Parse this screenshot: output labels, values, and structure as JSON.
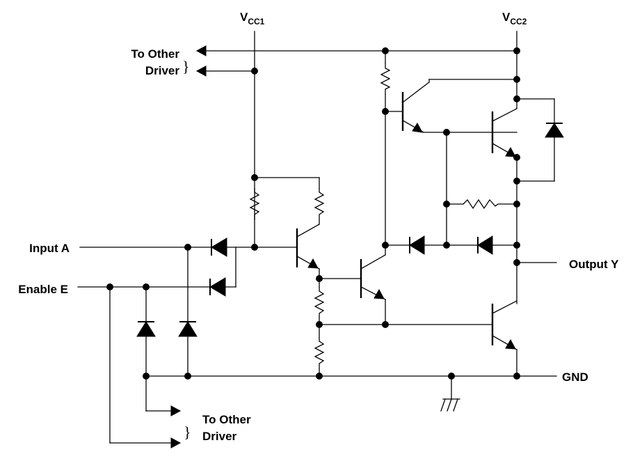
{
  "labels": {
    "vcc1_main": "V",
    "vcc1_sub": "CC1",
    "vcc2_main": "V",
    "vcc2_sub": "CC2",
    "to_other_driver_top_1": "To Other",
    "to_other_driver_top_2": "Driver",
    "to_other_driver_bottom_1": "To Other",
    "to_other_driver_bottom_2": "Driver",
    "input_a": "Input A",
    "enable_e": "Enable E",
    "output_y": "Output Y",
    "gnd": "GND"
  }
}
